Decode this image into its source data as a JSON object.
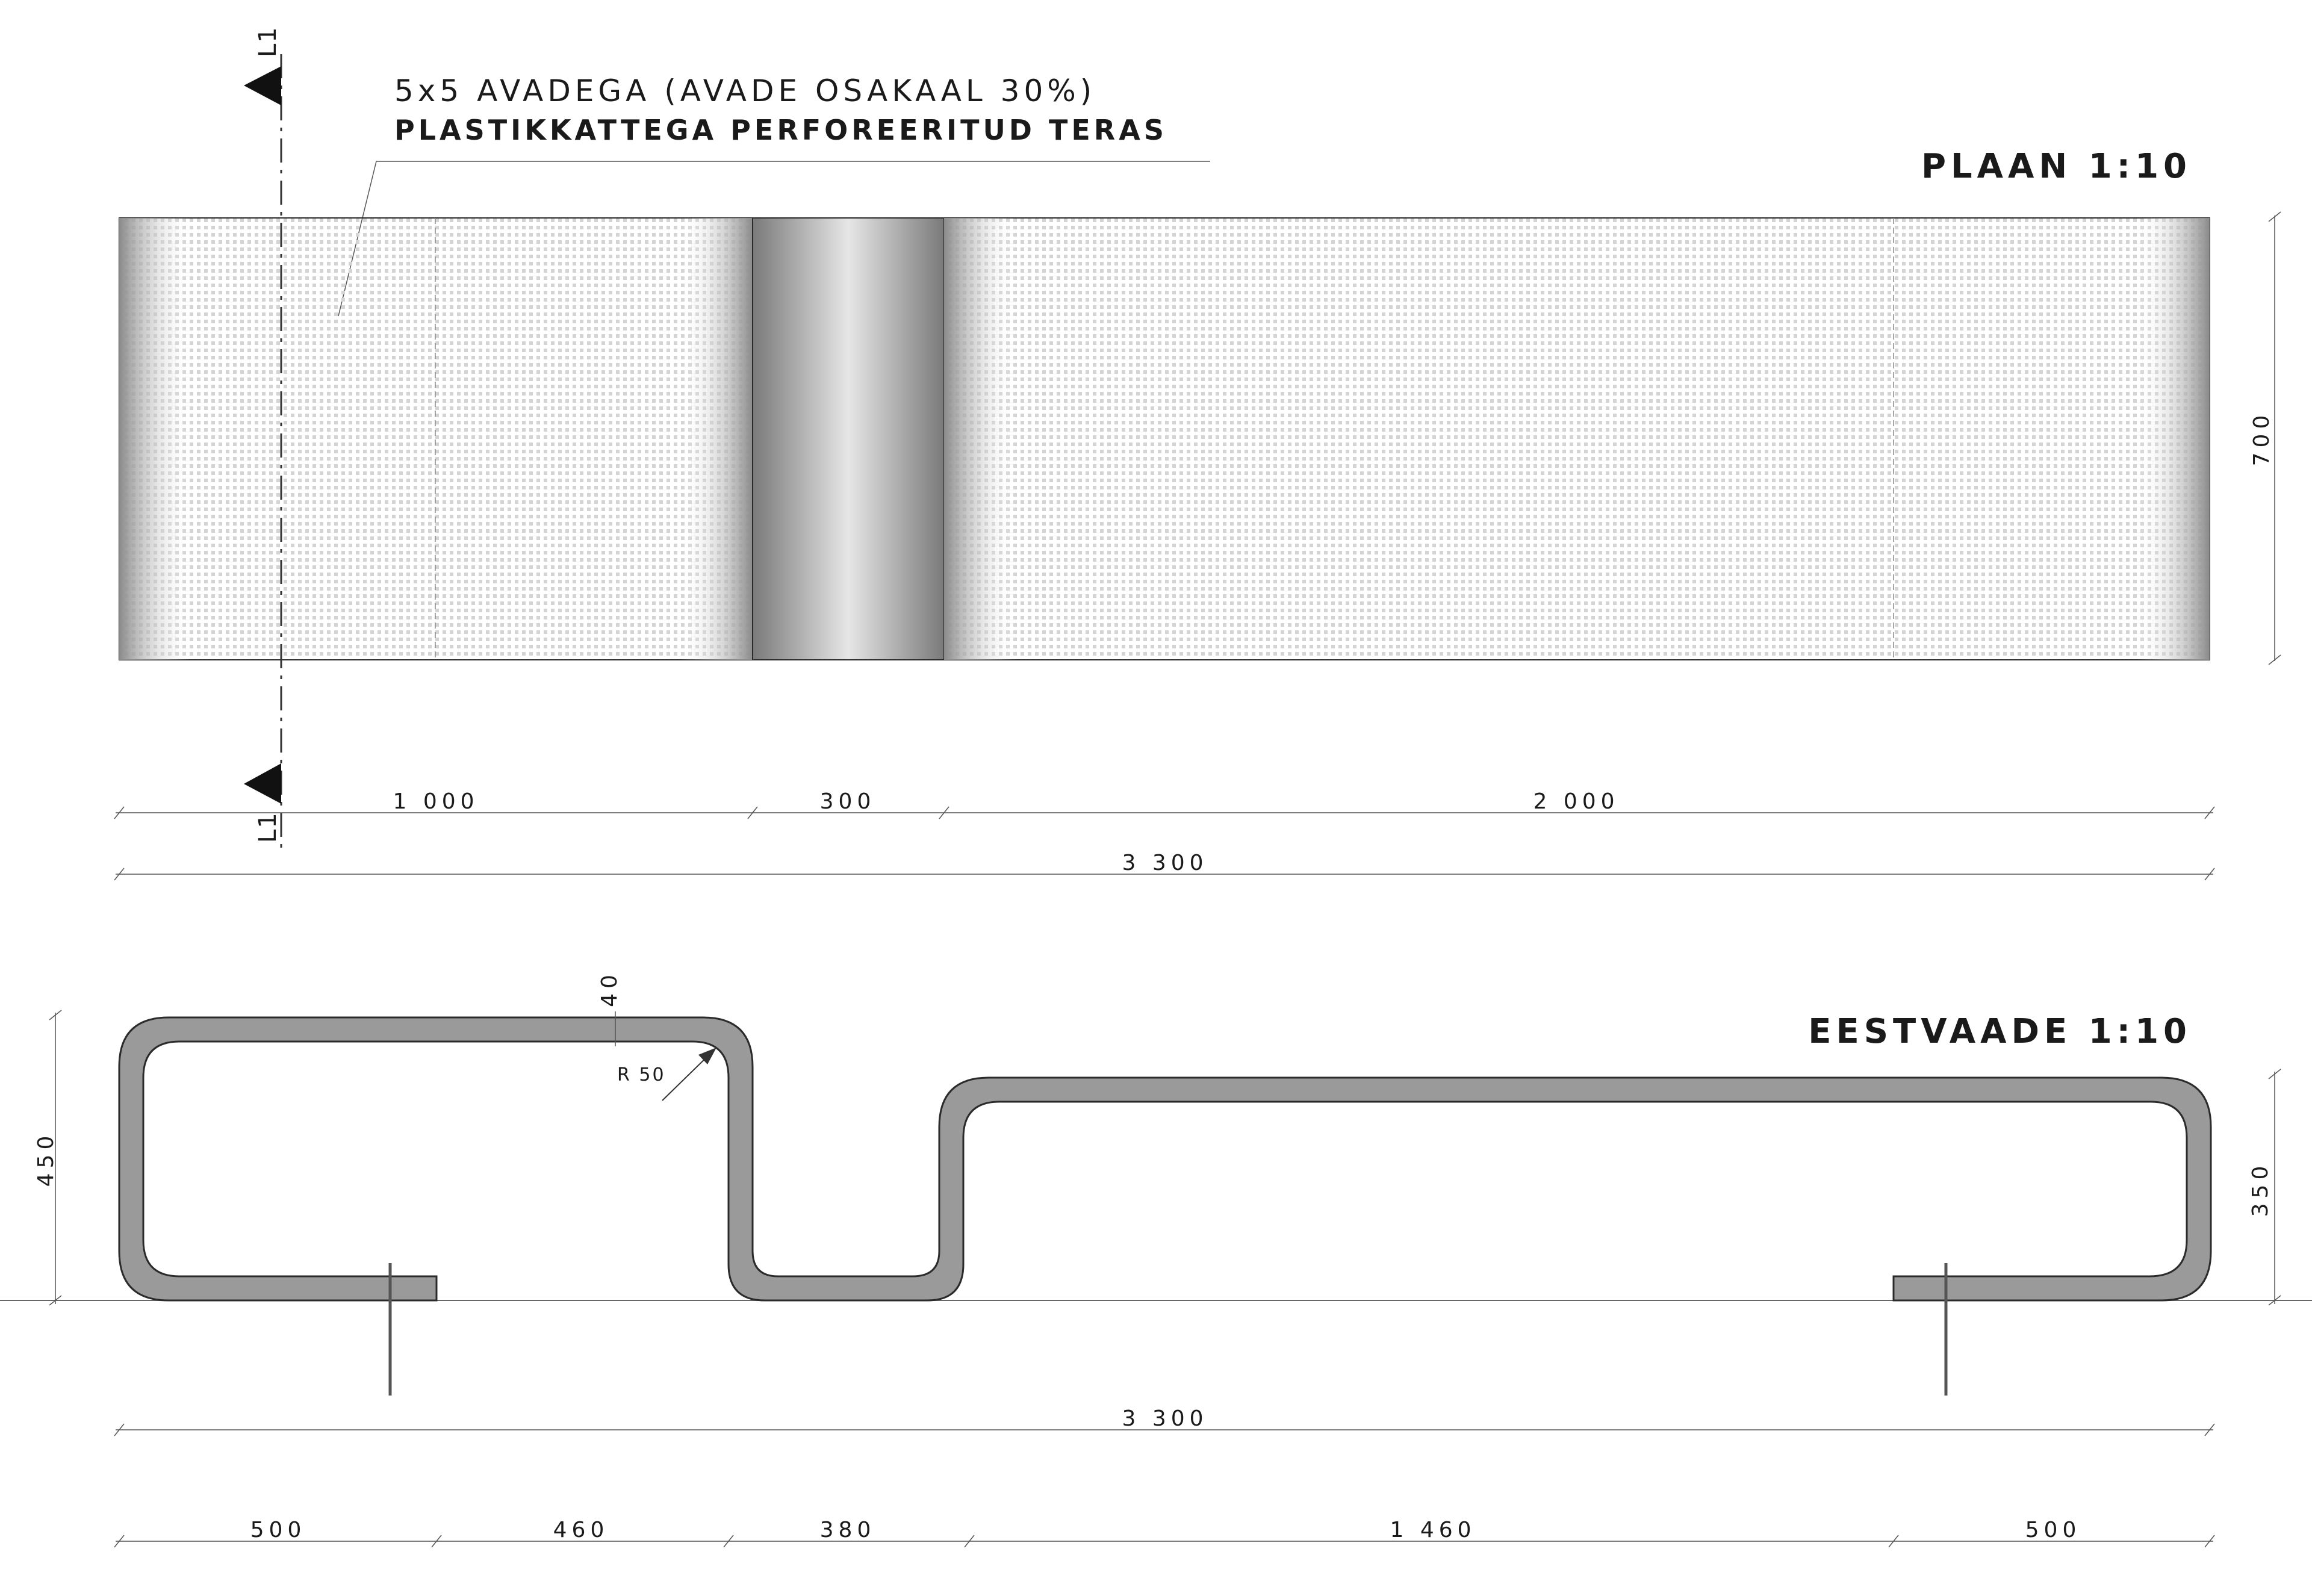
{
  "plan": {
    "title": "PLAAN 1:10",
    "note_line1": "5x5 AVADEGA (AVADE OSAKAAL 30%)",
    "note_line2": "PLASTIKKATTEGA PERFOREERITUD TERAS",
    "section_label": "L1",
    "dims": {
      "seg1": "1 000",
      "seg2": "300",
      "seg3": "2 000",
      "total": "3 300",
      "height": "700"
    }
  },
  "front": {
    "title": "EESTVAADE 1:10",
    "thickness": "40",
    "radius": "R 50",
    "height_left": "450",
    "height_right": "350",
    "total": "3 300",
    "dims": [
      "500",
      "460",
      "380",
      "1 460",
      "500"
    ]
  },
  "colors": {
    "steel": "#9a9a9a",
    "outline": "#2b2b2b",
    "line": "#333333"
  }
}
